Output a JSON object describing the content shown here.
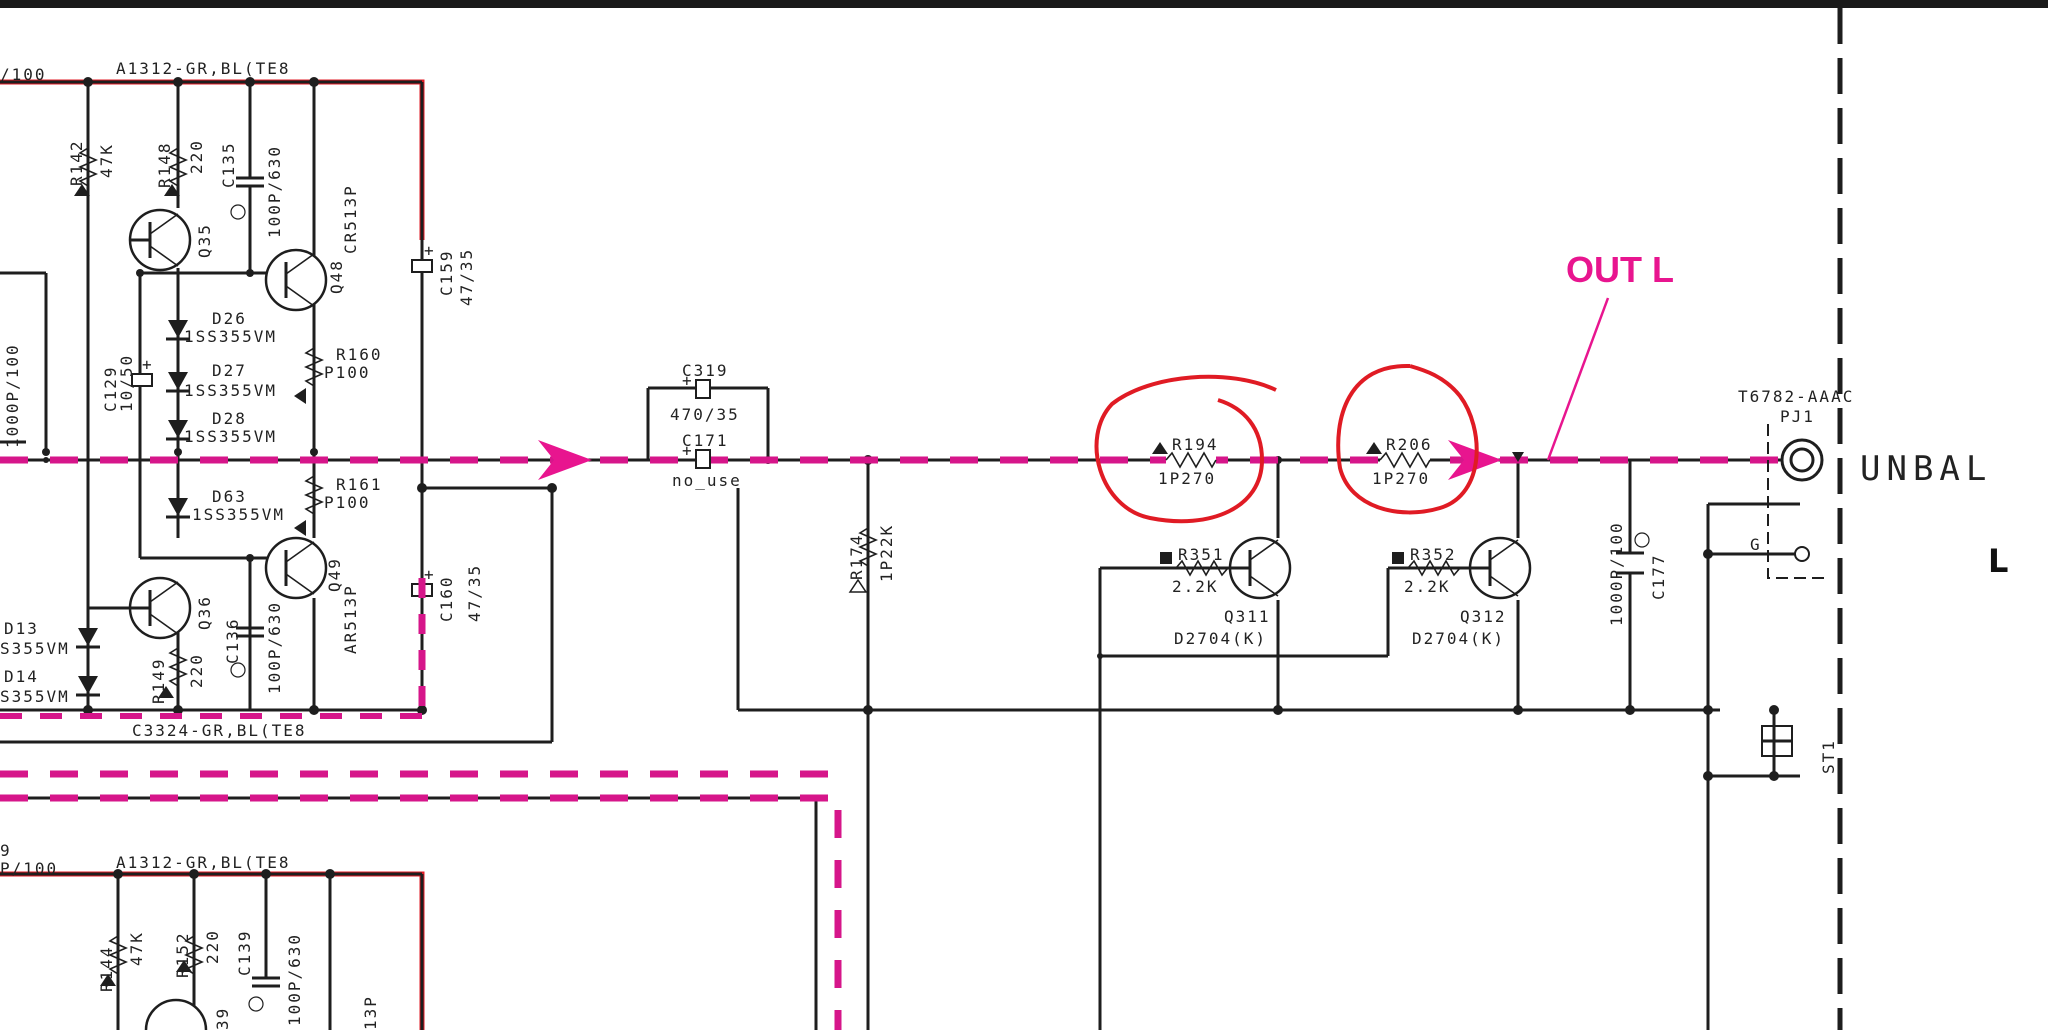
{
  "annotation": {
    "out_label": "OUT L",
    "color": "#e8158f",
    "circle_color": "#e01b24"
  },
  "colors": {
    "highlight_red": "#e01b24",
    "signal_path": "#d6168a",
    "wire": "#1e1e1e"
  },
  "labels": {
    "a1312_top": "A1312-GR,BL(TE8",
    "a1312_bot": "A1312-GR,BL(TE8",
    "c3324": "C3324-GR,BL(TE8",
    "top_left_cap": "/100",
    "bot_left_cap": "P/100",
    "bot_left_9": "9",
    "connector": "T6782-AAAC",
    "pj1": "PJ1",
    "unbal": "UNBAL",
    "channel": "L",
    "ground": "G",
    "left_1000p": "1000P/100"
  },
  "components": {
    "r142": {
      "name": "R142",
      "value": "47K"
    },
    "r148": {
      "name": "R148",
      "value": "220"
    },
    "c135": {
      "name": "C135",
      "value": "100P/630"
    },
    "q35": {
      "name": "Q35"
    },
    "q48": {
      "name": "Q48",
      "value": "CR513P"
    },
    "c159": {
      "name": "C159",
      "value": "47/35"
    },
    "d26": {
      "name": "D26",
      "value": "1SS355VM"
    },
    "d27": {
      "name": "D27",
      "value": "1SS355VM"
    },
    "d28": {
      "name": "D28",
      "value": "1SS355VM"
    },
    "d63": {
      "name": "D63",
      "value": "1SS355VM"
    },
    "r160": {
      "name": "R160",
      "value": "P100"
    },
    "r161": {
      "name": "R161",
      "value": "P100"
    },
    "c129": {
      "name": "C129",
      "value": "10/50"
    },
    "q49": {
      "name": "Q49",
      "value": "AR513P"
    },
    "q36": {
      "name": "Q36"
    },
    "c136": {
      "name": "C136",
      "value": "100P/630"
    },
    "c160": {
      "name": "C160",
      "value": "47/35"
    },
    "r149": {
      "name": "R149",
      "value": "220"
    },
    "d13": {
      "name": "D13",
      "value": "S355VM"
    },
    "d14": {
      "name": "D14",
      "value": "S355VM"
    },
    "c319": {
      "name": "C319",
      "value": "470/35"
    },
    "c171": {
      "name": "C171",
      "value": "no_use"
    },
    "r174": {
      "name": "R174",
      "value": "1P22K"
    },
    "r194": {
      "name": "R194",
      "value": "1P270"
    },
    "r206": {
      "name": "R206",
      "value": "1P270"
    },
    "r351": {
      "name": "R351",
      "value": "2.2K"
    },
    "r352": {
      "name": "R352",
      "value": "2.2K"
    },
    "q311": {
      "name": "Q311",
      "value": "D2704(K)"
    },
    "q312": {
      "name": "Q312",
      "value": "D2704(K)"
    },
    "c177": {
      "name": "C177",
      "value": "1000P/100"
    },
    "st1": {
      "name": "ST1"
    },
    "r144": {
      "name": "R144",
      "value": "47K"
    },
    "r152": {
      "name": "R152",
      "value": "220"
    },
    "c139": {
      "name": "C139",
      "value": "100P/630"
    },
    "q_bot": {
      "name": "39",
      "value": "13P"
    }
  }
}
